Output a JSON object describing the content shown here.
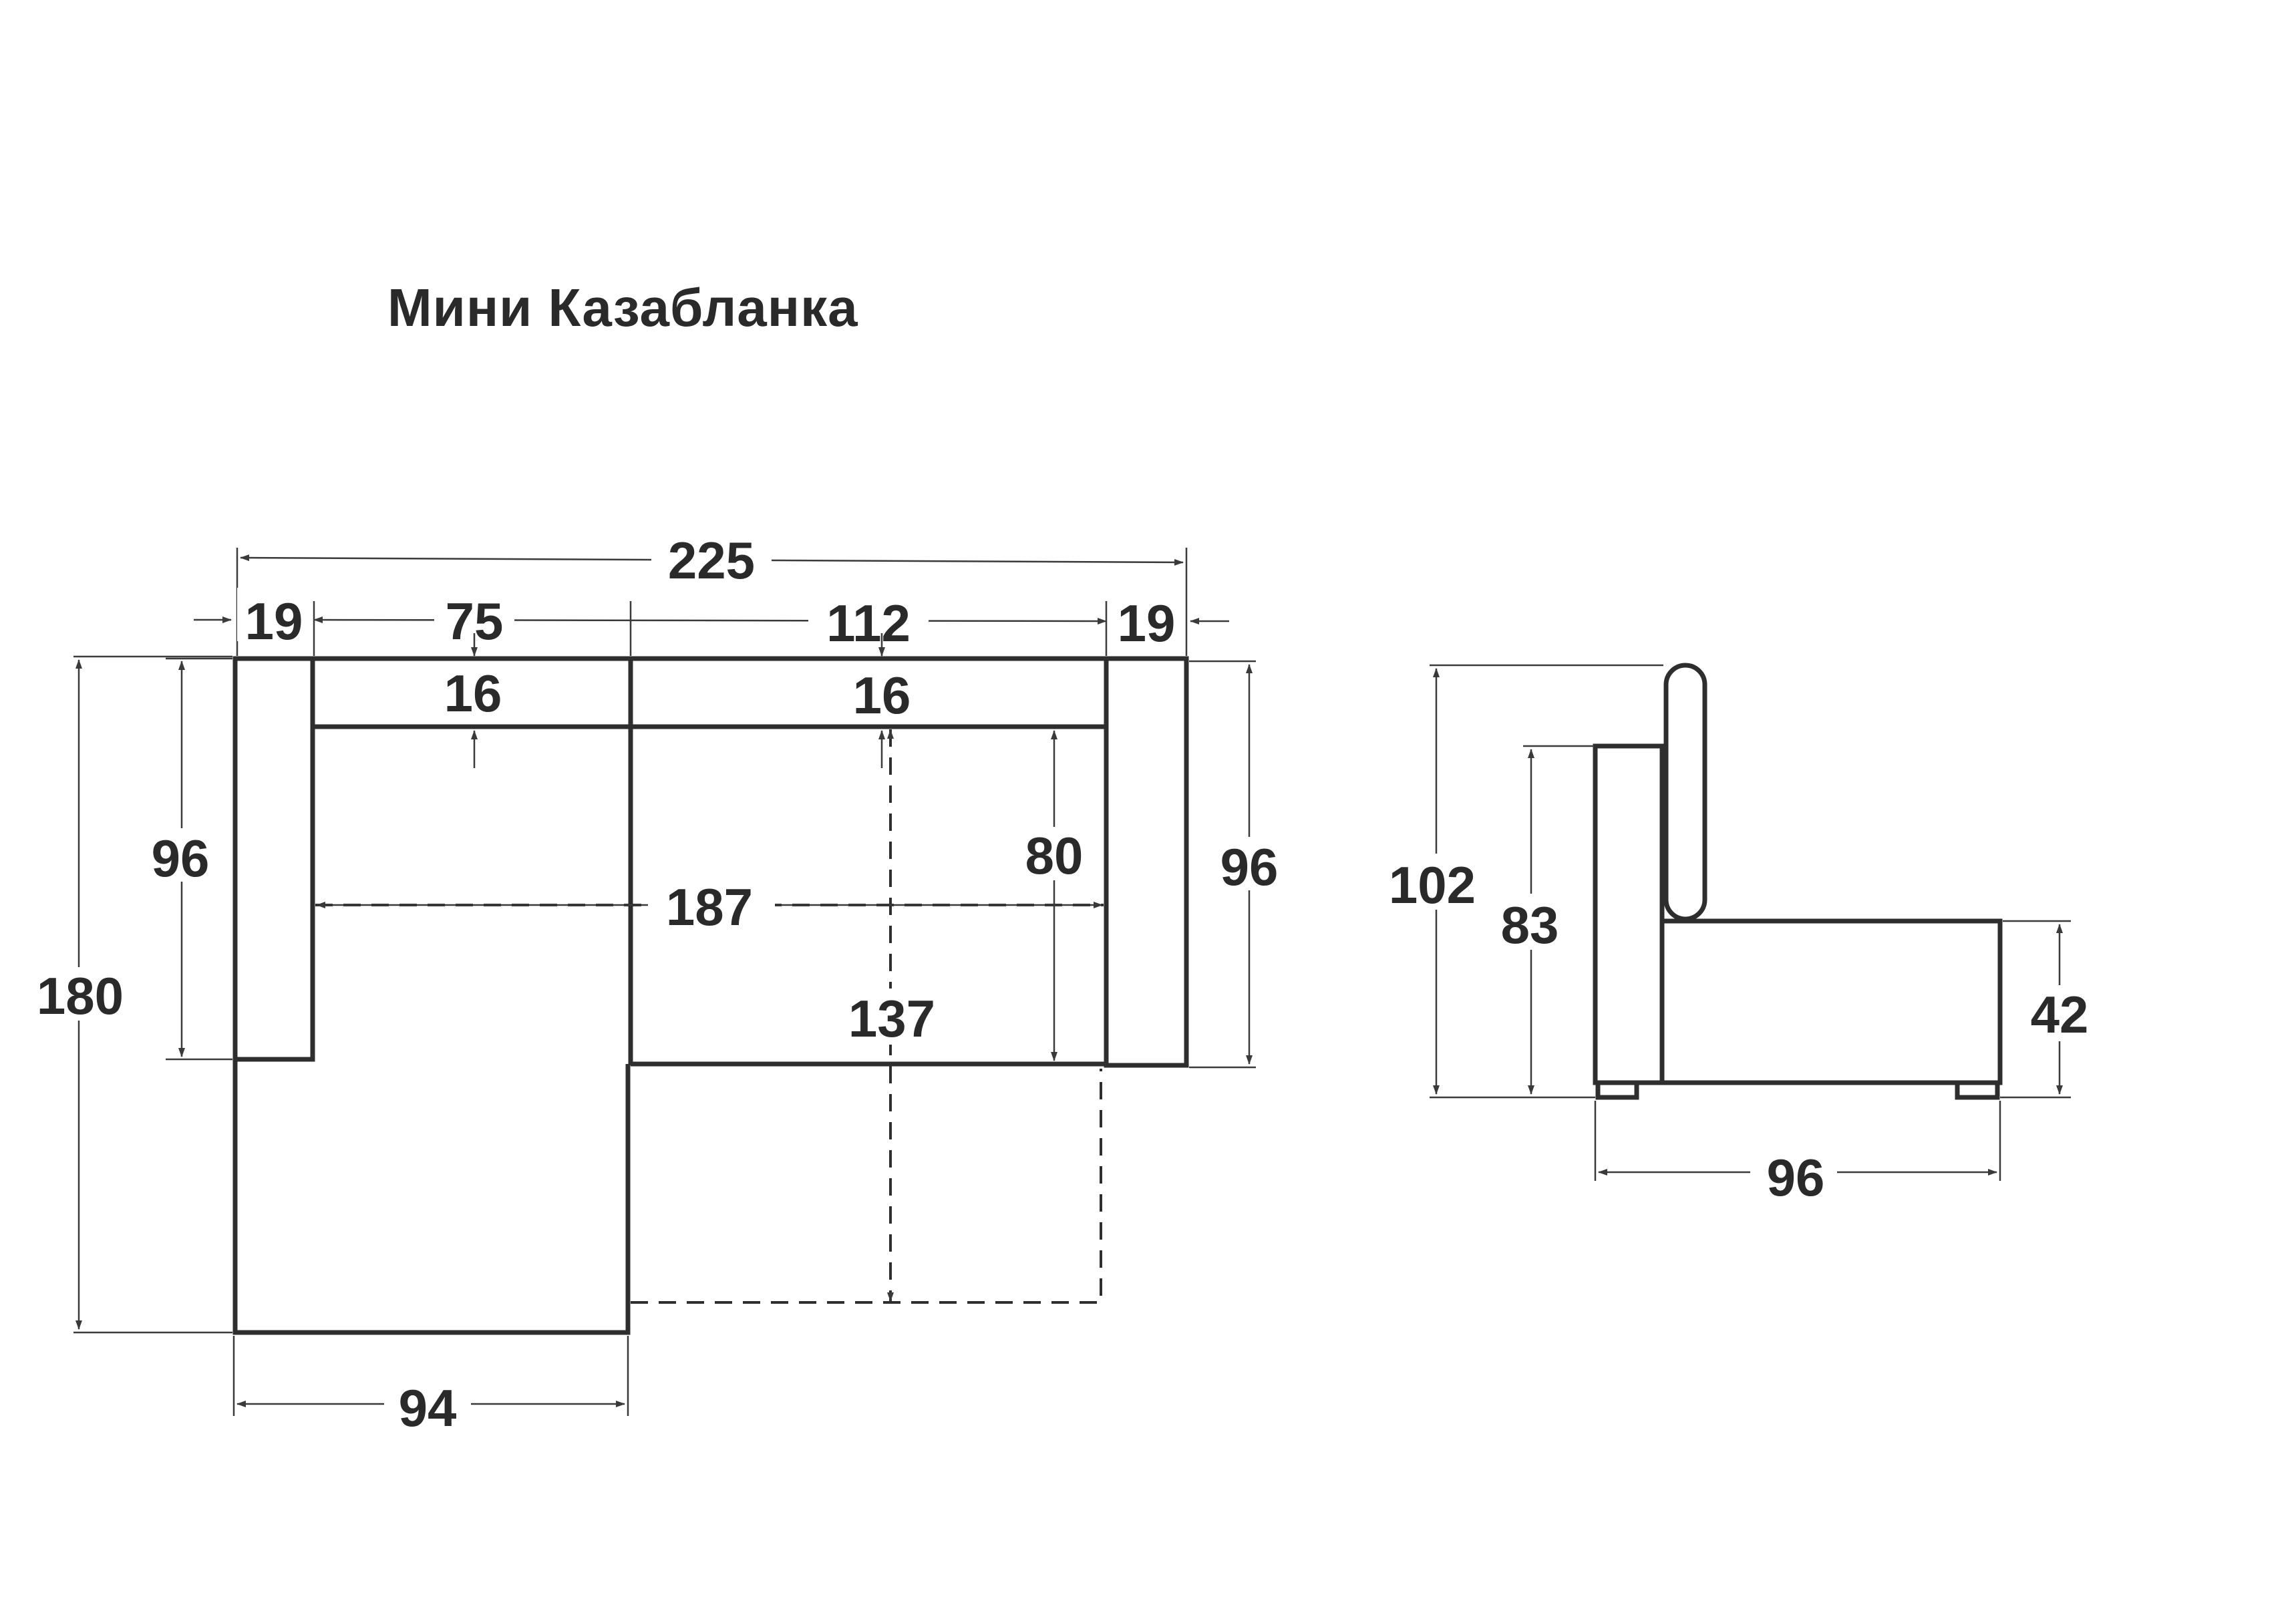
{
  "title": "Мини Казабланка",
  "plan": {
    "overall_width": "225",
    "left_armrest_width": "19",
    "chaise_seat_width": "75",
    "main_seat_width": "112",
    "right_armrest_width": "19",
    "back_depth_left": "16",
    "back_depth_right": "16",
    "left_armrest_depth": "96",
    "right_armrest_depth": "96",
    "overall_depth": "180",
    "seat_depth": "80",
    "sleeping_width": "187",
    "sleeping_length": "137",
    "chaise_width": "94"
  },
  "side": {
    "overall_height": "102",
    "armrest_height": "83",
    "seat_height": "42",
    "depth": "96"
  }
}
